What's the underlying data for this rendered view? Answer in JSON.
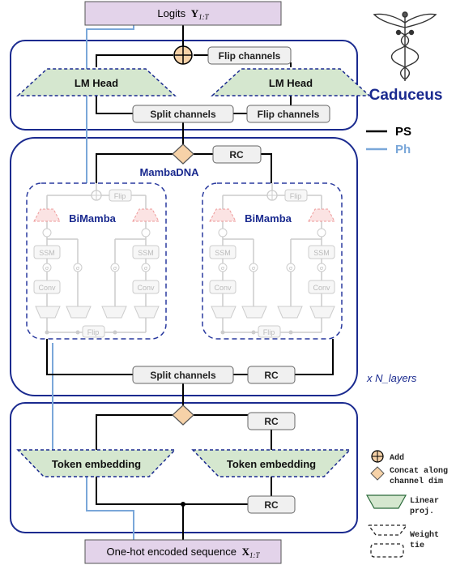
{
  "colors": {
    "navy": "#1a2a8f",
    "ps_line": "#000000",
    "ph_line": "#7aa7d9",
    "io_fill": "#e3d3ea",
    "head_fill": "#d5e7cf",
    "concat_fill": "#f6d2a8",
    "box_fill": "#f0f0f0",
    "faded": "#cccccc"
  },
  "io": {
    "output_text": "Logits",
    "output_symbol": "Y",
    "output_subscript": "1:T",
    "input_text": "One-hot encoded sequence",
    "input_symbol": "X",
    "input_subscript": "1:T"
  },
  "head_block": {
    "flip_top": "Flip channels",
    "lm_head_left": "LM Head",
    "lm_head_right": "LM Head",
    "split": "Split channels",
    "flip_bottom": "Flip channels"
  },
  "brand": {
    "title": "Caduceus",
    "icon": "caduceus-icon"
  },
  "legend_lines": {
    "ps": "PS",
    "ph": "Ph"
  },
  "mamba_block": {
    "rc_top": "RC",
    "title": "MambaDNA",
    "bimamba_left": "BiMamba",
    "bimamba_right": "BiMamba",
    "flip": "Flip",
    "ssm": "SSM",
    "sigma": "σ",
    "conv": "Conv",
    "split": "Split channels",
    "rc_bottom": "RC",
    "repeat": "x N_layers"
  },
  "embed_block": {
    "rc_top": "RC",
    "embed_left": "Token embedding",
    "embed_right": "Token embedding",
    "rc_bottom": "RC"
  },
  "legend": {
    "add": "Add",
    "concat_line1": "Concat along",
    "concat_line2": "channel dim",
    "linear_line1": "Linear",
    "linear_line2": "proj.",
    "weight_line1": "Weight",
    "weight_line2": "tie"
  }
}
